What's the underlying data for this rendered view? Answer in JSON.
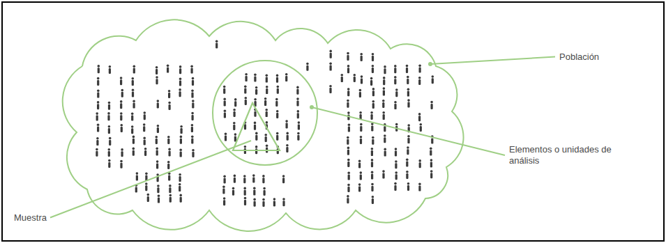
{
  "diagram": {
    "labels": [
      "Población",
      "Elementos o unidades de análisis",
      "Muestra"
    ]
  }
}
